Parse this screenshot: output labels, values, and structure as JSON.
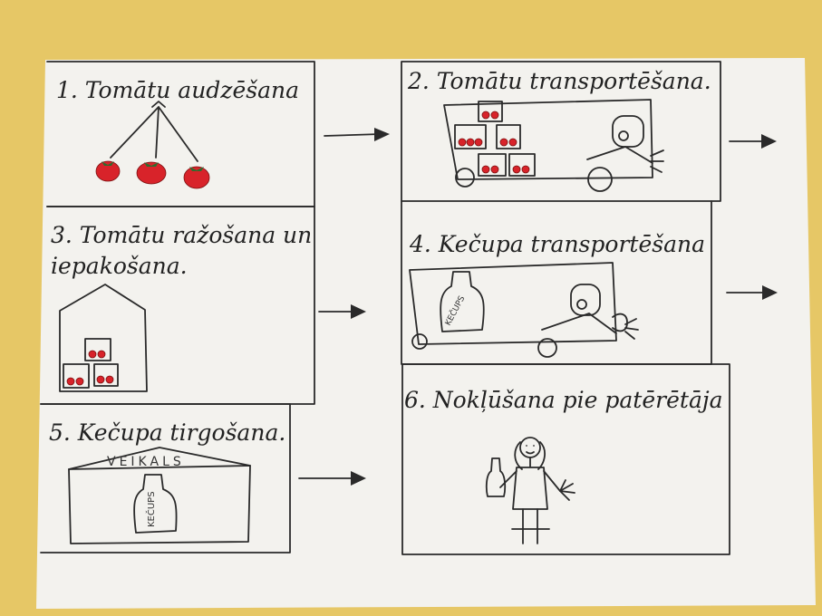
{
  "colors": {
    "table": "#e6c766",
    "paper": "#f3f2ee",
    "ink": "#2a2a2a",
    "tomato": "#d8232a"
  },
  "steps": [
    {
      "number": "1",
      "title": "1. Tomātu audzēšana"
    },
    {
      "number": "2",
      "title": "2. Tomātu transportēšana."
    },
    {
      "number": "3",
      "title_line1": "3. Tomātu ražošana un",
      "title_line2": "iepakošana."
    },
    {
      "number": "4",
      "title": "4. Kečupa transportēšana"
    },
    {
      "number": "5",
      "title": "5. Kečupa tirgošana."
    },
    {
      "number": "6",
      "title": "6. Nokļūšana pie patērētāja"
    }
  ],
  "labels": {
    "bottle": "KEČUPS",
    "shop": "VEIKALS"
  },
  "icons": [
    "arrow-right-icon",
    "tomato-icon",
    "truck-icon",
    "factory-icon",
    "shop-icon",
    "ketchup-bottle-icon",
    "person-icon"
  ]
}
